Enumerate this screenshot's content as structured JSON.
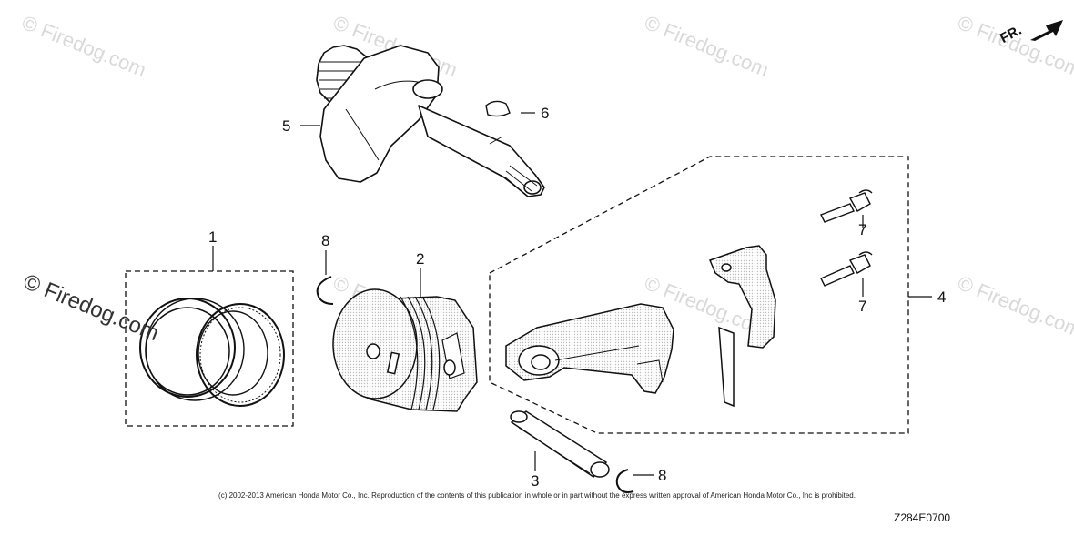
{
  "watermarks": {
    "text": "© Firedog.com",
    "dark_text": "© Firedog.com"
  },
  "callouts": {
    "c1": "1",
    "c2": "2",
    "c3": "3",
    "c4": "4",
    "c5": "5",
    "c6": "6",
    "c7a": "7",
    "c7b": "7",
    "c8a": "8",
    "c8b": "8"
  },
  "direction_label": "FR.",
  "footer": {
    "copyright": "(c) 2002-2013 American Honda Motor Co., Inc. Reproduction of the contents of this publication in whole or in part without the express written approval of American Honda Motor Co., Inc is prohibited.",
    "diagram_code": "Z284E0700"
  },
  "colors": {
    "line": "#111111",
    "watermark": "#d9d9d9",
    "shading": "#cfcfcf"
  }
}
